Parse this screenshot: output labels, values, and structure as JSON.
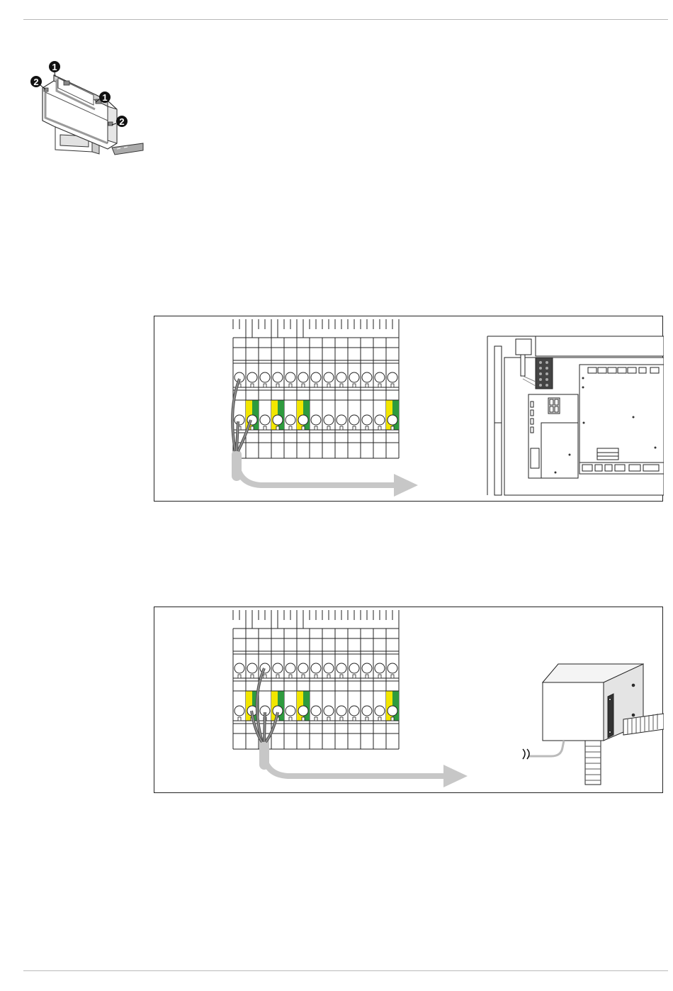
{
  "figure_terminal": {
    "callouts": [
      {
        "number": "1"
      },
      {
        "number": "1"
      },
      {
        "number": "2"
      },
      {
        "number": "2"
      }
    ]
  },
  "figure_wiring_controller": {
    "terminal_count": 13,
    "ground_terminals": [
      2,
      4,
      6,
      13
    ],
    "wired_terminals": [
      1,
      2
    ]
  },
  "figure_wiring_junction_box": {
    "terminal_count": 13,
    "ground_terminals": [
      2,
      4,
      6,
      13
    ],
    "wired_terminals": [
      2,
      3,
      4
    ]
  },
  "colors": {
    "line": "#222222",
    "arrow": "#c7c7c7",
    "ground_green": "#2e9b3e",
    "ground_yellow": "#f2e600",
    "wire": "#555555",
    "callout_bg": "#111111"
  }
}
